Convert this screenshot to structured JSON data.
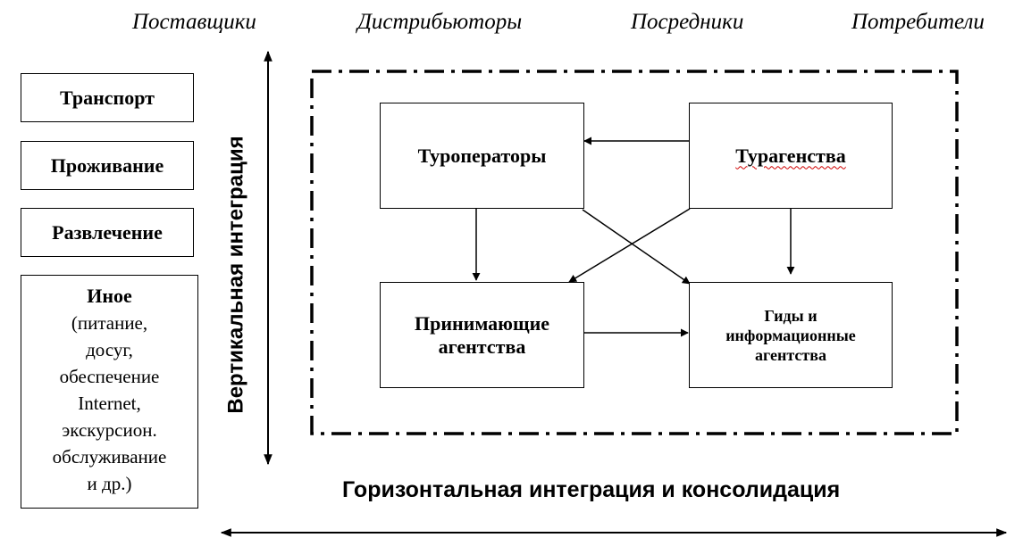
{
  "headers": {
    "suppliers": "Поставщики",
    "distributors": "Дистрибьюторы",
    "intermediaries": "Посредники",
    "consumers": "Потребители"
  },
  "suppliers": {
    "transport": "Транспорт",
    "accommodation": "Проживание",
    "entertainment": "Развлечение",
    "other_title": "Иное",
    "other_details": "(питание,\nдосуг,\nобеспечение\nInternet,\nэкскурсион.\nобслуживание\nи др.)"
  },
  "nodes": {
    "tour_operators": "Туроператоры",
    "travel_agencies": "Турагенства",
    "receiving_agencies": "Принимающие агентства",
    "guides": "Гиды и информационные агентства"
  },
  "axes": {
    "vertical": "Вертикальная интеграция",
    "horizontal": "Горизонтальная интеграция и консолидация"
  }
}
